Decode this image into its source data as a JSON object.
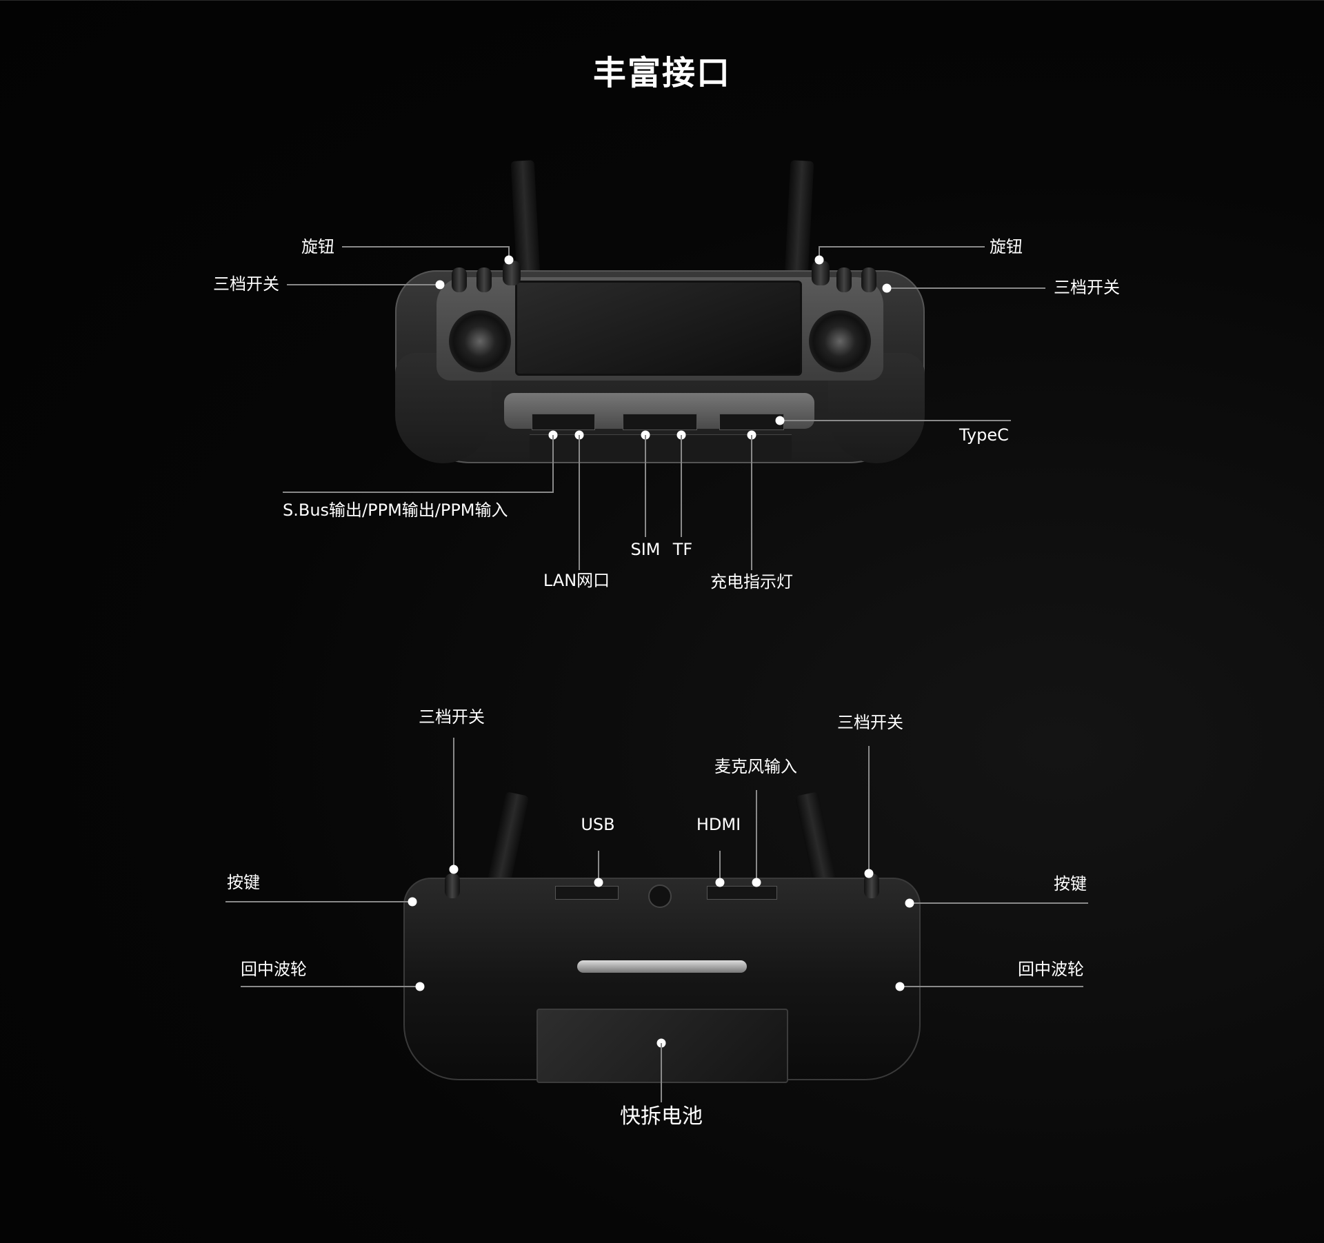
{
  "title": "丰富接口",
  "front_view": {
    "labels": {
      "knob_left": "旋钮",
      "three_pos_switch_left": "三档开关",
      "knob_right": "旋钮",
      "three_pos_switch_right": "三档开关",
      "typec": "TypeC",
      "sbus": "S.Bus输出/PPM输出/PPM输入",
      "lan": "LAN网口",
      "sim": "SIM",
      "tf": "TF",
      "charge_indicator": "充电指示灯"
    }
  },
  "back_view": {
    "labels": {
      "three_pos_switch_left": "三档开关",
      "three_pos_switch_right": "三档开关",
      "mic_input": "麦克风输入",
      "usb": "USB",
      "hdmi": "HDMI",
      "button_left": "按键",
      "button_right": "按键",
      "return_wheel_left": "回中波轮",
      "return_wheel_right": "回中波轮",
      "battery": "快拆电池"
    }
  },
  "colors": {
    "background": "#050505",
    "text": "#ffffff",
    "leader_line": "#8a8a8a"
  }
}
